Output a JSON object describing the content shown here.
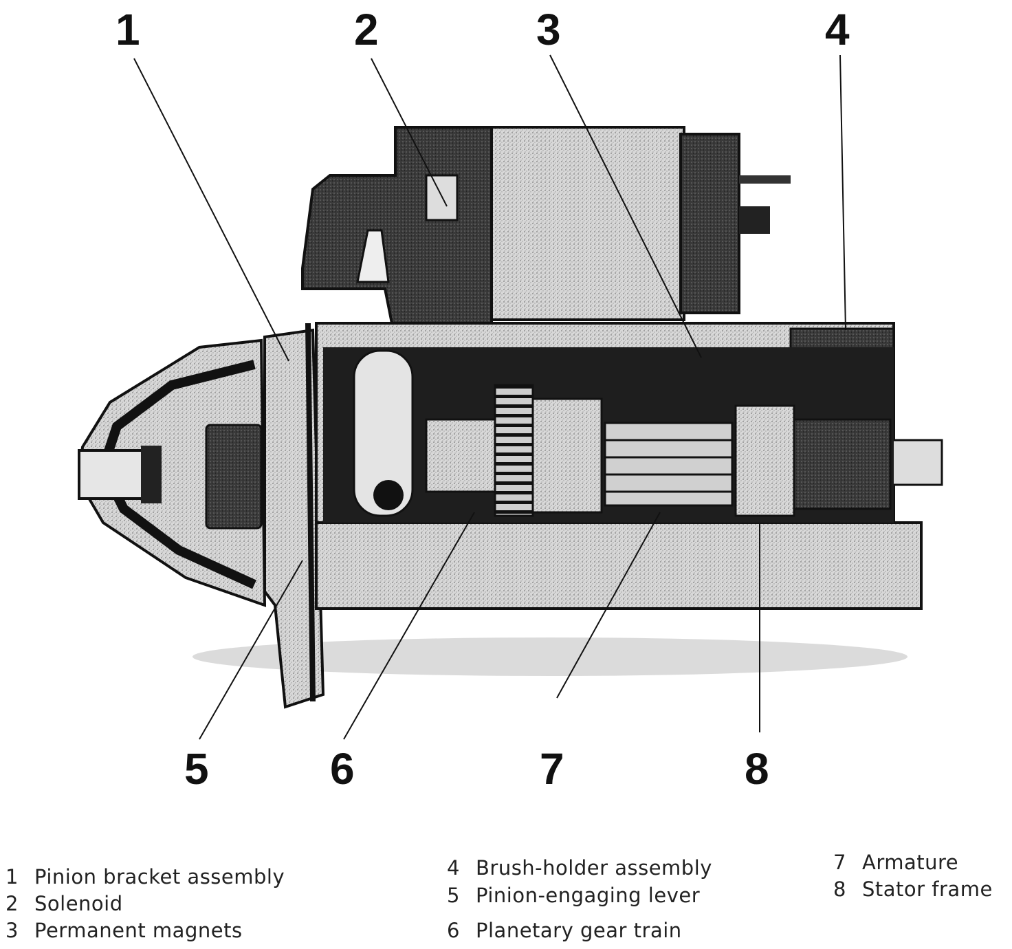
{
  "callouts": [
    "1",
    "2",
    "3",
    "4",
    "5",
    "6",
    "7",
    "8"
  ],
  "legend": [
    {
      "num": "1",
      "label": "Pinion bracket assembly"
    },
    {
      "num": "2",
      "label": "Solenoid"
    },
    {
      "num": "3",
      "label": "Permanent magnets"
    },
    {
      "num": "4",
      "label": "Brush-holder assembly"
    },
    {
      "num": "5",
      "label": "Pinion-engaging lever"
    },
    {
      "num": "6",
      "label": "Planetary gear train"
    },
    {
      "num": "7",
      "label": "Armature"
    },
    {
      "num": "8",
      "label": "Stator frame"
    }
  ]
}
